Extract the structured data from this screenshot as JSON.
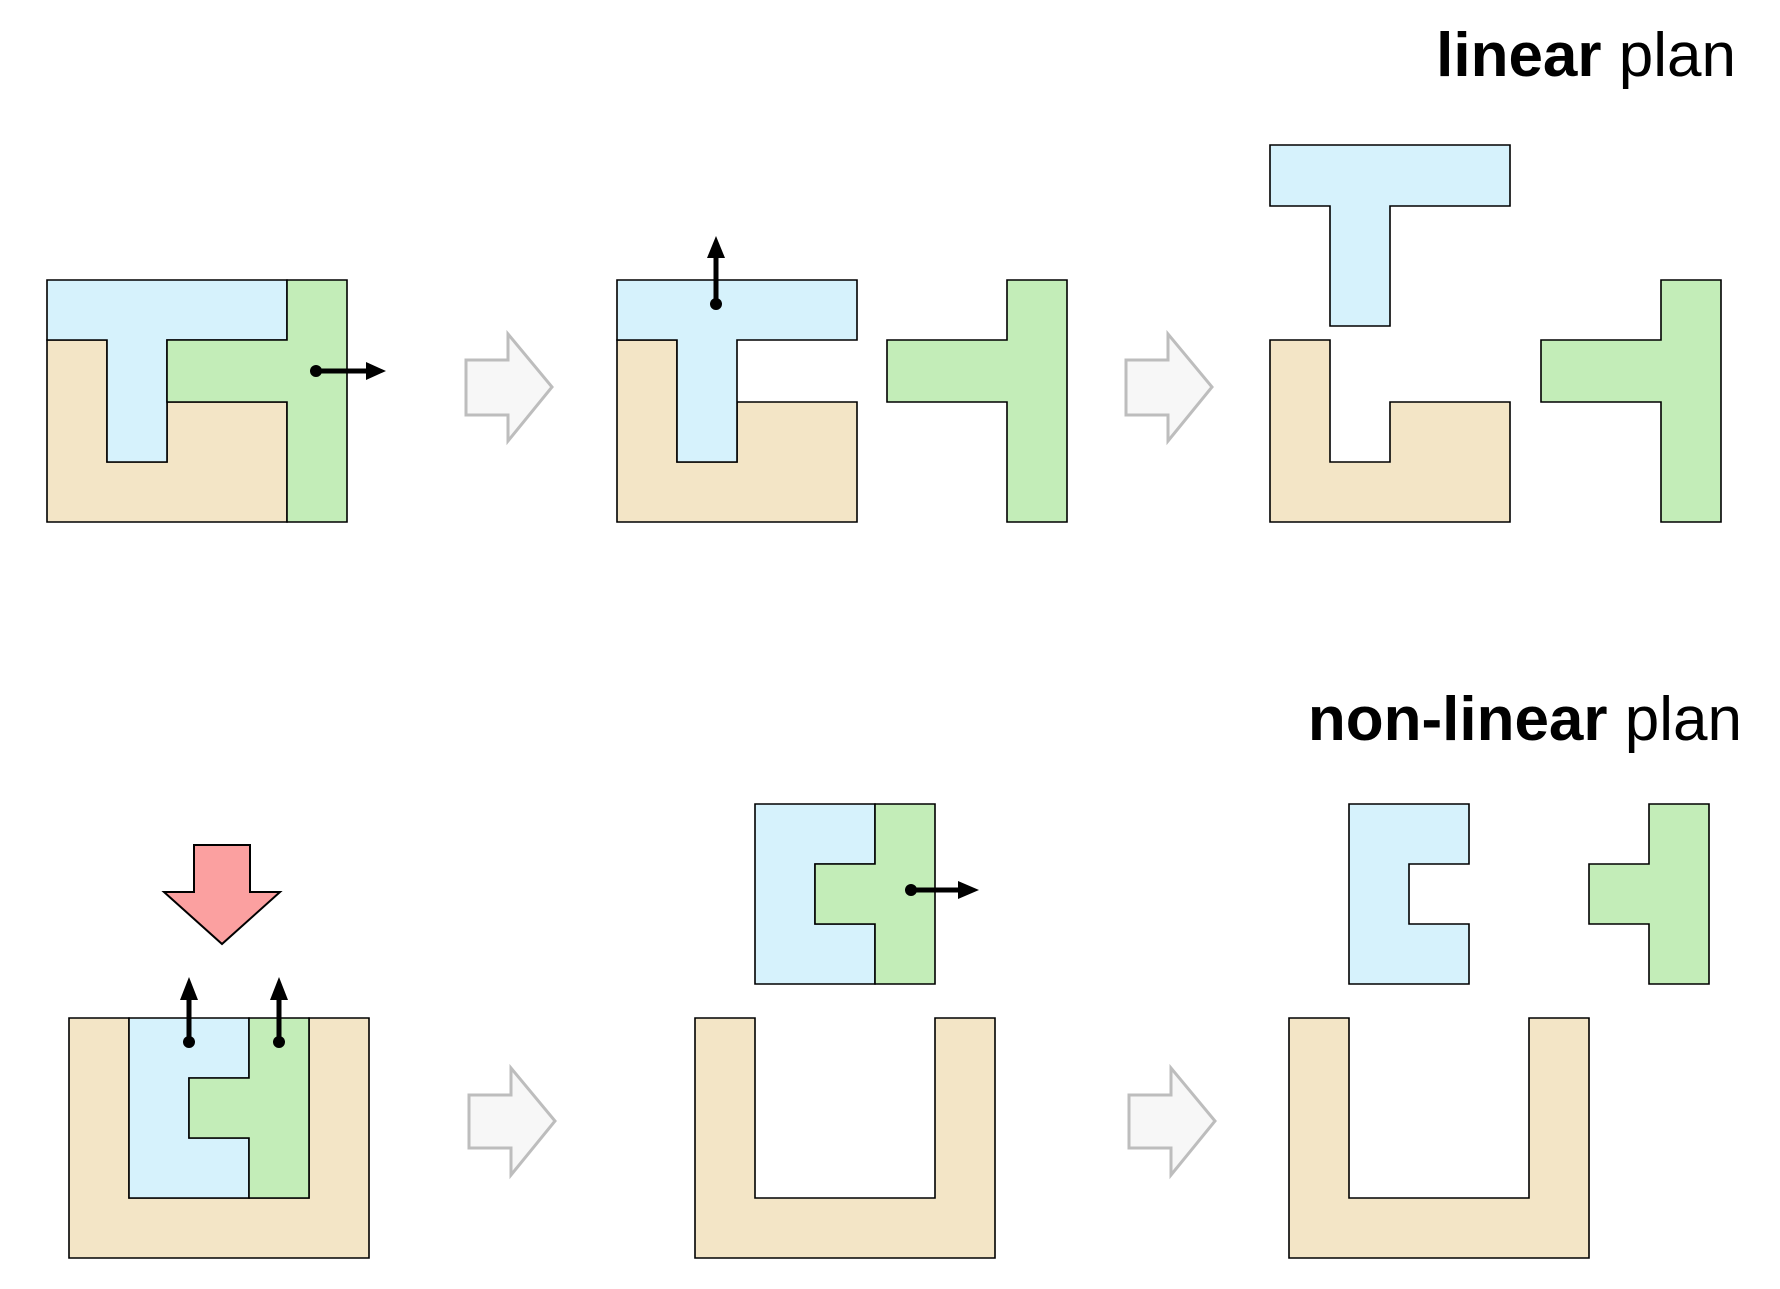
{
  "linear_title": {
    "bold": "linear",
    "rest": " plan"
  },
  "nonlinear_title": {
    "bold": "non-linear",
    "rest": " plan"
  },
  "colors": {
    "blue_piece": "#d6f2fc",
    "green_piece": "#c3edb8",
    "tan_piece": "#f3e5c6",
    "step_arrow": "#f7f7f7",
    "insert_arrow": "#fba0a0"
  },
  "icons": [
    "step-arrow-icon",
    "insert-arrow-icon",
    "move-arrow-icon"
  ]
}
